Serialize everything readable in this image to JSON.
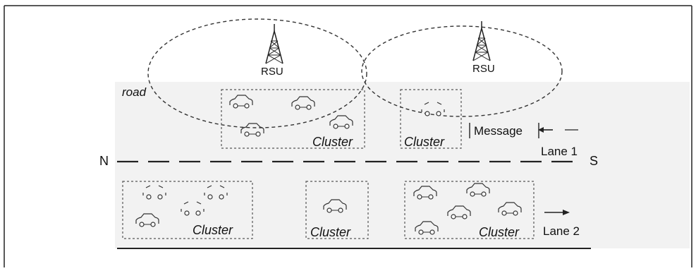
{
  "diagram": {
    "rsu_labels": [
      "RSU",
      "RSU"
    ],
    "road_label": "road",
    "cluster_labels": [
      "Cluster",
      "Cluster",
      "Cluster",
      "Cluster",
      "Cluster"
    ],
    "message_label": "Message",
    "lane1_label": "Lane 1",
    "lane2_label": "Lane 2",
    "direction_north": "N",
    "direction_south": "S"
  },
  "colors": {
    "road_fill": "#f2f2f2",
    "line": "#222222",
    "dash_box": "#555555"
  }
}
